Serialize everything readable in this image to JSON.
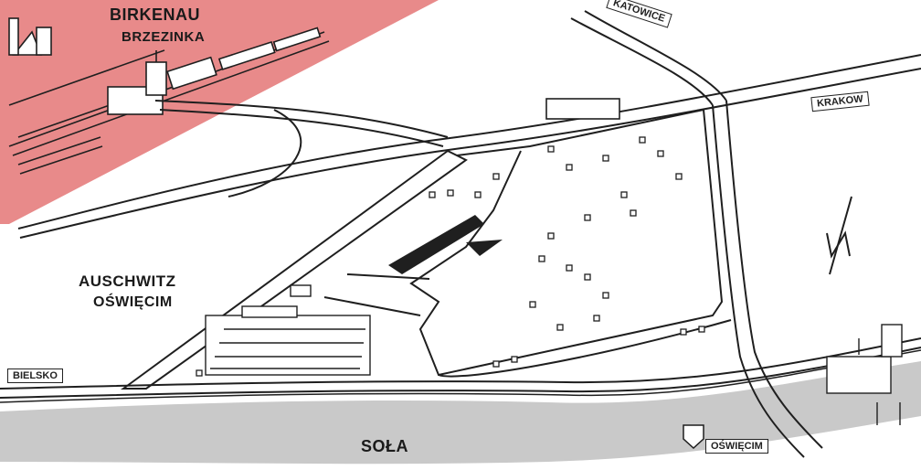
{
  "map": {
    "labels": {
      "birkenau": "BIRKENAU",
      "brzezinka": "BRZEZINKA",
      "auschwitz": "AUSCHWITZ",
      "oswiecim": "OŚWIĘCIM",
      "river": "SOŁA"
    },
    "signs": {
      "katowice": "KATOWICE",
      "krakow": "KRAKOW",
      "bielsko": "BIELSKO",
      "oswiecim_town": "OŚWIĘCIM"
    },
    "colors": {
      "birkenau_zone": "#e88a8a",
      "river": "#c9c9c9",
      "ink": "#1f1f1f"
    },
    "icons": [
      "north-arrow-icon",
      "coat-of-arms-icon"
    ]
  }
}
